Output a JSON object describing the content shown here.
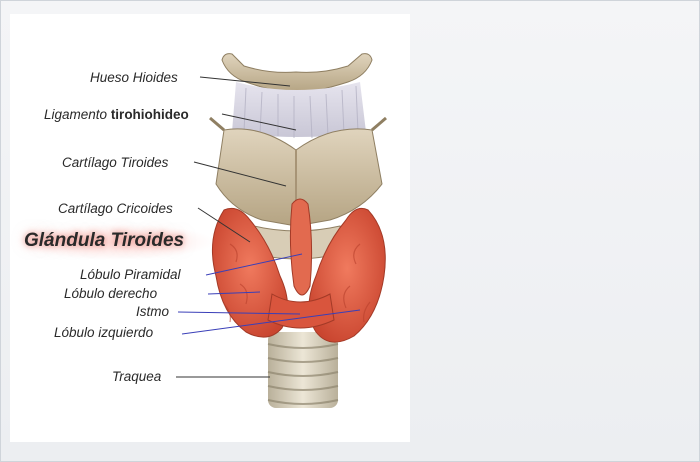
{
  "labels": {
    "hyoid": "Hueso Hioides",
    "ligament_prefix": "Ligamento",
    "ligament_suffix": "tirohiohideo",
    "thyroid_cartilage": "Cartílago Tiroides",
    "cricoid": "Cartílago Cricoides",
    "gland_title": "Glándula Tiroides",
    "pyramidal_lobe": "Lóbulo Piramidal",
    "right_lobe": "Lóbulo derecho",
    "isthmus": "Istmo",
    "left_lobe": "Lóbulo izquierdo",
    "trachea": "Traquea"
  },
  "colors": {
    "thyroid": "#e8624a",
    "thyroid_dark": "#b8402c",
    "cartilage": "#c9b99a",
    "ligament": "#d8d6e0",
    "trachea": "#d9d2bf",
    "leader_black": "#333333",
    "leader_blue": "#3a3fb8"
  }
}
